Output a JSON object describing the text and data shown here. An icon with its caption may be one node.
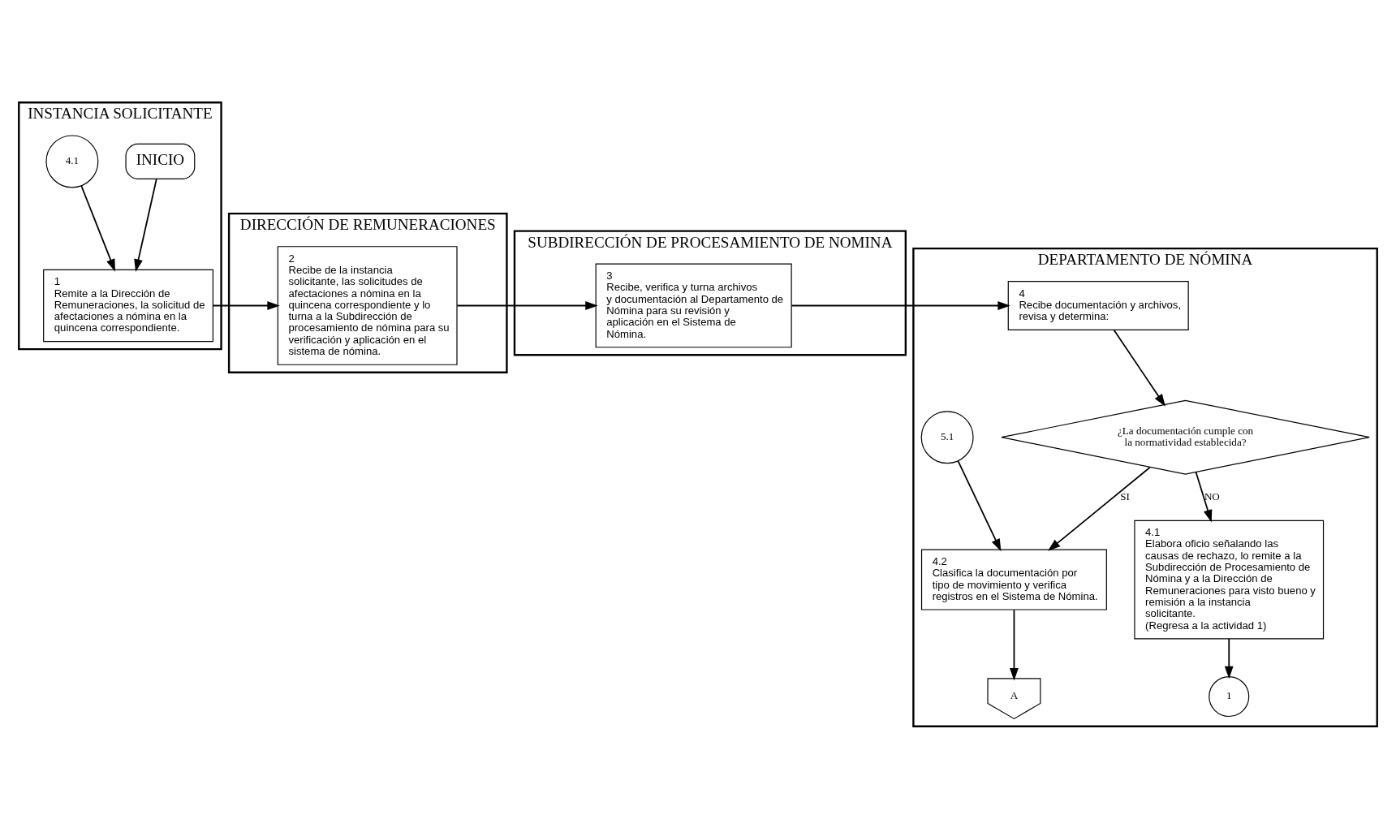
{
  "diagram": {
    "nodes": [
      {
        "text": [
          "INSTANCIA SOLICITANTE"
        ]
      },
      {
        "text": [
          "DIRECCIÓN DE REMUNERACIONES"
        ]
      },
      {
        "text": [
          "SUBDIRECCIÓN DE PROCESAMIENTO DE NOMINA"
        ]
      },
      {
        "text": [
          "DEPARTAMENTO DE NÓMINA"
        ]
      },
      {
        "text": [
          "INICIO"
        ],
        "in": 0
      },
      {
        "text": [
          "4.1"
        ],
        "in": 0
      },
      {
        "text": [
          "1",
          "Remite a la Dirección de Remuneraciones, la solicitud de afectaciones a nómina en la quincena correspondiente."
        ],
        "in": 0
      },
      {
        "text": [
          "2",
          "Recibe de la instancia solicitante, las solicitudes de afectaciones a nómina en la quincena correspondiente y lo turna a la Subdirección de procesamiento de nómina para su verificación y aplicación en el sistema de nómina."
        ],
        "in": 1
      },
      {
        "text": [
          "3",
          "Recibe, verifica y turna archivos y documentación al Departamento de Nómina para su revisión y aplicación en el Sistema de Nómina."
        ],
        "in": 2
      },
      {
        "text": [
          "4",
          "Recibe documentación y archivos, revisa y determina:"
        ],
        "in": 3
      },
      {
        "text": [
          "¿La documentación cumple con la normatividad establecida?"
        ],
        "in": 3
      },
      {
        "text": [
          "5.1"
        ],
        "in": 3
      },
      {
        "text": [
          "4.1",
          "Elabora oficio señalando las causas de rechazo, lo remite a la Subdirección de Procesamiento de Nómina y a la Dirección de Remuneraciones para visto bueno y remisión a la instancia solicitante.",
          "(Regresa a la actividad 1)"
        ],
        "in": 3
      },
      {
        "text": [
          "4.2",
          "Clasifica la documentación por tipo de movimiento y verifica registros en el Sistema de Nómina."
        ],
        "in": 3
      },
      {
        "text": [
          "1"
        ],
        "in": 3
      },
      {
        "text": [
          "A"
        ],
        "in": 3
      }
    ],
    "edges": [
      {
        "from": 4,
        "to": 6,
        "arrow": "to"
      },
      {
        "from": 5,
        "to": 6,
        "arrow": "to"
      },
      {
        "from": 6,
        "to": 7,
        "arrow": "to"
      },
      {
        "from": 7,
        "to": 8,
        "arrow": "to"
      },
      {
        "from": 8,
        "to": 9,
        "arrow": "to"
      },
      {
        "from": 9,
        "to": 10,
        "arrow": "to"
      },
      {
        "from": 10,
        "to": 12,
        "arrow": "to",
        "label": "NO"
      },
      {
        "from": 10,
        "to": 13,
        "arrow": "to",
        "label": "SI"
      },
      {
        "from": 11,
        "to": 13,
        "arrow": "to"
      },
      {
        "from": 12,
        "to": 14,
        "arrow": "to"
      },
      {
        "from": 13,
        "to": 15,
        "arrow": "to"
      }
    ]
  }
}
